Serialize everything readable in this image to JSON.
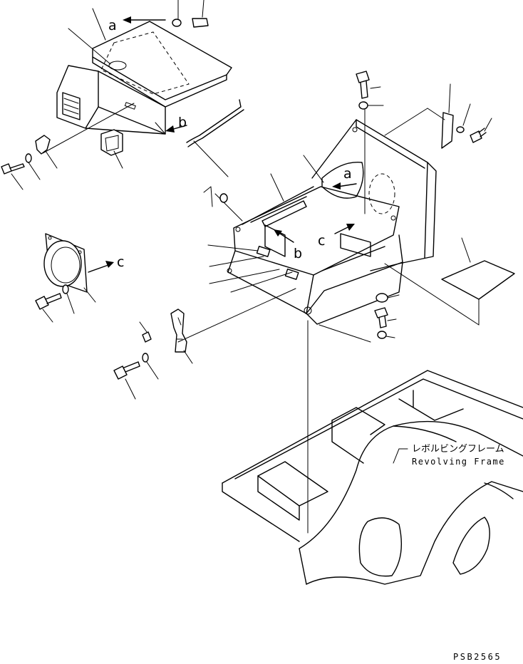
{
  "labels": {
    "a": "a",
    "b": "b",
    "c": "c"
  },
  "frame_caption": {
    "japanese": "レボルビングフレーム",
    "english": "Revolving Frame"
  },
  "drawing_code": "PSB2565"
}
